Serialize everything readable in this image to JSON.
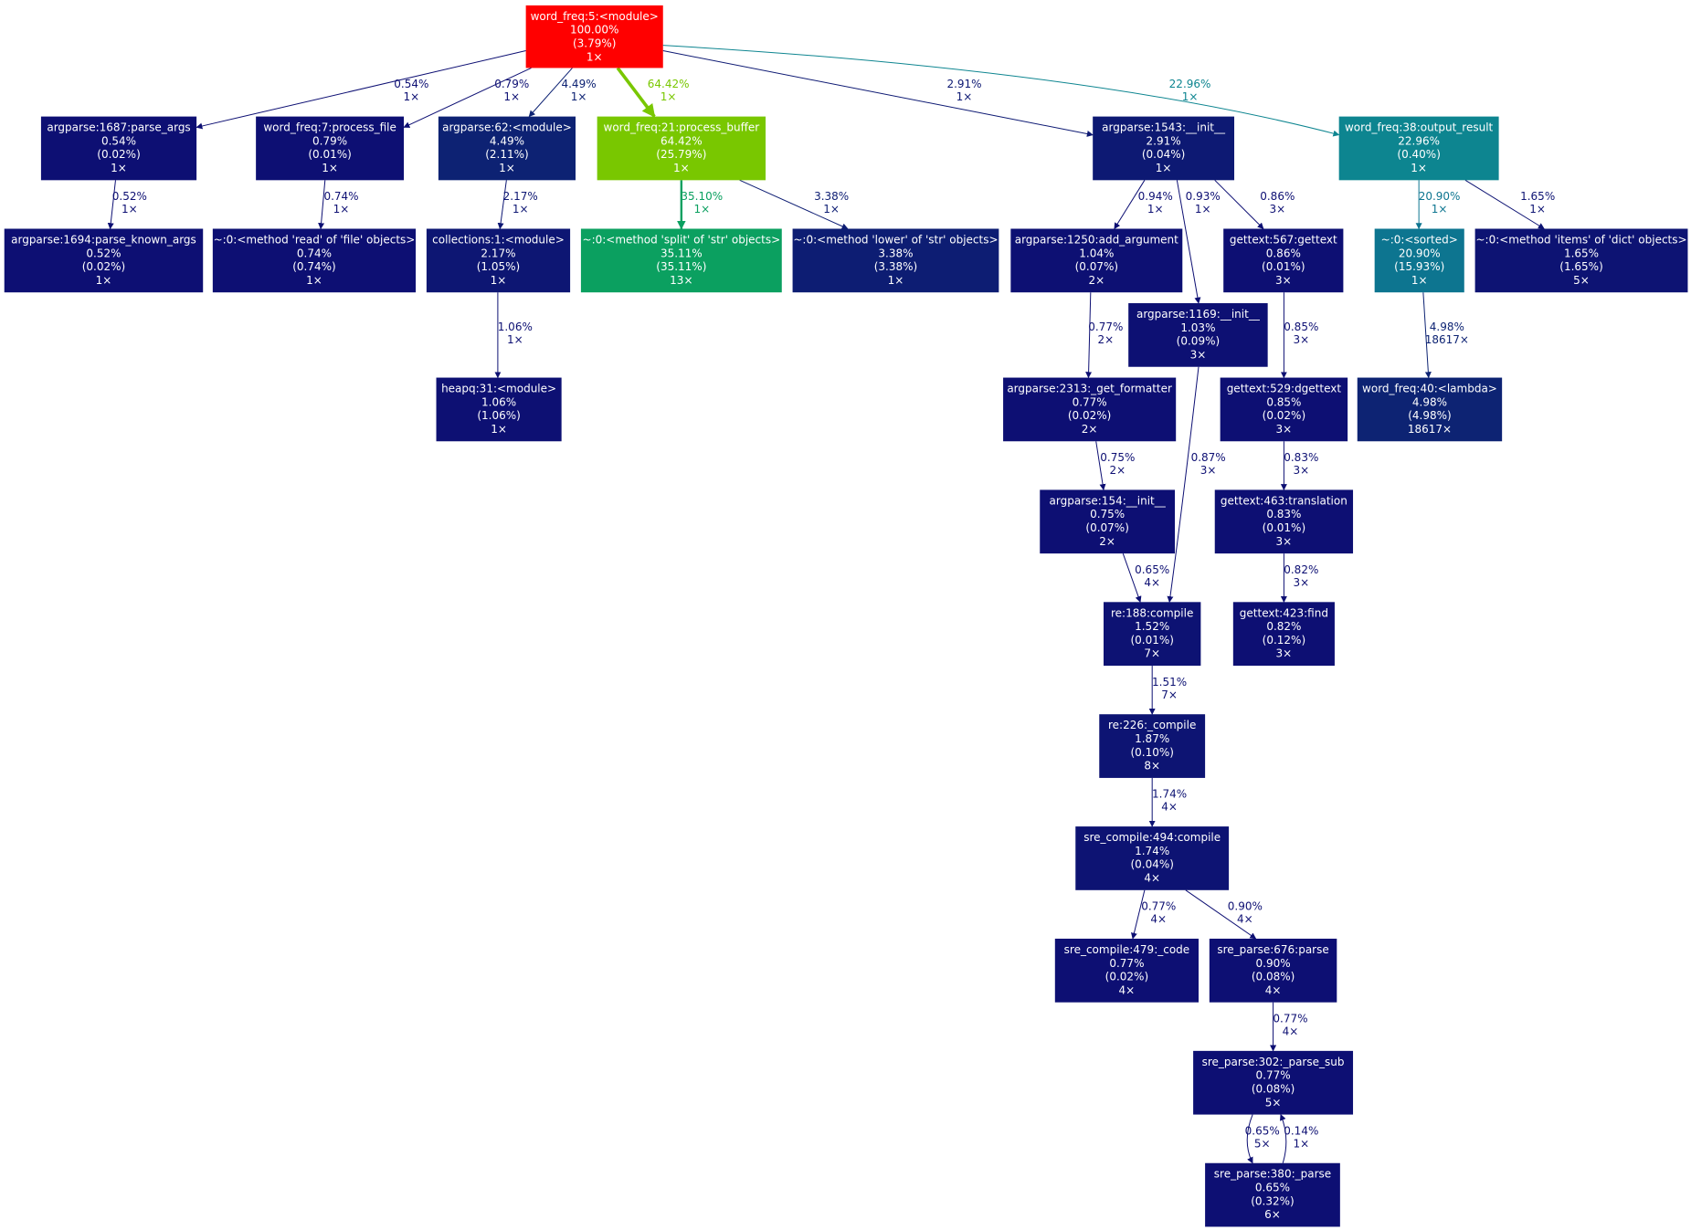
{
  "colors": {
    "navy": "#0d0f73",
    "navy_light": "#0d2273",
    "red": "#ff0000",
    "lime": "#79c700",
    "green": "#0ba060",
    "teal": "#0d8590",
    "teal_dark": "#0d7590"
  },
  "nodes": [
    {
      "id": "n_module",
      "lines": [
        "word_freq:5:<module>",
        "100.00%",
        "(3.79%)",
        "1×"
      ],
      "color": "#ff0000"
    },
    {
      "id": "n_parse_args",
      "lines": [
        "argparse:1687:parse_args",
        "0.54%",
        "(0.02%)",
        "1×"
      ],
      "color": "#0d0f73"
    },
    {
      "id": "n_process_file",
      "lines": [
        "word_freq:7:process_file",
        "0.79%",
        "(0.01%)",
        "1×"
      ],
      "color": "#0d0f73"
    },
    {
      "id": "n_argparse_module",
      "lines": [
        "argparse:62:<module>",
        "4.49%",
        "(2.11%)",
        "1×"
      ],
      "color": "#0d2273"
    },
    {
      "id": "n_process_buffer",
      "lines": [
        "word_freq:21:process_buffer",
        "64.42%",
        "(25.79%)",
        "1×"
      ],
      "color": "#79c700"
    },
    {
      "id": "n_argparse_init",
      "lines": [
        "argparse:1543:__init__",
        "2.91%",
        "(0.04%)",
        "1×"
      ],
      "color": "#0d1973"
    },
    {
      "id": "n_output_result",
      "lines": [
        "word_freq:38:output_result",
        "22.96%",
        "(0.40%)",
        "1×"
      ],
      "color": "#0d8590"
    },
    {
      "id": "n_parse_known",
      "lines": [
        "argparse:1694:parse_known_args",
        "0.52%",
        "(0.02%)",
        "1×"
      ],
      "color": "#0d0f73"
    },
    {
      "id": "n_read",
      "lines": [
        "~:0:<method 'read' of 'file' objects>",
        "0.74%",
        "(0.74%)",
        "1×"
      ],
      "color": "#0d0f73"
    },
    {
      "id": "n_collections",
      "lines": [
        "collections:1:<module>",
        "2.17%",
        "(1.05%)",
        "1×"
      ],
      "color": "#0d1673"
    },
    {
      "id": "n_split",
      "lines": [
        "~:0:<method 'split' of 'str' objects>",
        "35.11%",
        "(35.11%)",
        "13×"
      ],
      "color": "#0ba060"
    },
    {
      "id": "n_lower",
      "lines": [
        "~:0:<method 'lower' of 'str' objects>",
        "3.38%",
        "(3.38%)",
        "1×"
      ],
      "color": "#0d1d73"
    },
    {
      "id": "n_add_argument",
      "lines": [
        "argparse:1250:add_argument",
        "1.04%",
        "(0.07%)",
        "2×"
      ],
      "color": "#0d1073"
    },
    {
      "id": "n_gettext",
      "lines": [
        "gettext:567:gettext",
        "0.86%",
        "(0.01%)",
        "3×"
      ],
      "color": "#0d0f73"
    },
    {
      "id": "n_sorted",
      "lines": [
        "~:0:<sorted>",
        "20.90%",
        "(15.93%)",
        "1×"
      ],
      "color": "#0d7590"
    },
    {
      "id": "n_items",
      "lines": [
        "~:0:<method 'items' of 'dict' objects>",
        "1.65%",
        "(1.65%)",
        "5×"
      ],
      "color": "#0d1373"
    },
    {
      "id": "n_heapq",
      "lines": [
        "heapq:31:<module>",
        "1.06%",
        "(1.06%)",
        "1×"
      ],
      "color": "#0d1073"
    },
    {
      "id": "n_init1169",
      "lines": [
        "argparse:1169:__init__",
        "1.03%",
        "(0.09%)",
        "3×"
      ],
      "color": "#0d1073"
    },
    {
      "id": "n_get_formatter",
      "lines": [
        "argparse:2313:_get_formatter",
        "0.77%",
        "(0.02%)",
        "2×"
      ],
      "color": "#0d0f73"
    },
    {
      "id": "n_dgettext",
      "lines": [
        "gettext:529:dgettext",
        "0.85%",
        "(0.02%)",
        "3×"
      ],
      "color": "#0d0f73"
    },
    {
      "id": "n_lambda",
      "lines": [
        "word_freq:40:<lambda>",
        "4.98%",
        "(4.98%)",
        "18617×"
      ],
      "color": "#0d2373"
    },
    {
      "id": "n_init154",
      "lines": [
        "argparse:154:__init__",
        "0.75%",
        "(0.07%)",
        "2×"
      ],
      "color": "#0d0f73"
    },
    {
      "id": "n_translation",
      "lines": [
        "gettext:463:translation",
        "0.83%",
        "(0.01%)",
        "3×"
      ],
      "color": "#0d0f73"
    },
    {
      "id": "n_re_compile",
      "lines": [
        "re:188:compile",
        "1.52%",
        "(0.01%)",
        "7×"
      ],
      "color": "#0d1273"
    },
    {
      "id": "n_find",
      "lines": [
        "gettext:423:find",
        "0.82%",
        "(0.12%)",
        "3×"
      ],
      "color": "#0d0f73"
    },
    {
      "id": "n_re_compile226",
      "lines": [
        "re:226:_compile",
        "1.87%",
        "(0.10%)",
        "8×"
      ],
      "color": "#0d1473"
    },
    {
      "id": "n_sre_compile",
      "lines": [
        "sre_compile:494:compile",
        "1.74%",
        "(0.04%)",
        "4×"
      ],
      "color": "#0d1373"
    },
    {
      "id": "n_sre_code",
      "lines": [
        "sre_compile:479:_code",
        "0.77%",
        "(0.02%)",
        "4×"
      ],
      "color": "#0d0f73"
    },
    {
      "id": "n_sre_parse",
      "lines": [
        "sre_parse:676:parse",
        "0.90%",
        "(0.08%)",
        "4×"
      ],
      "color": "#0d0f73"
    },
    {
      "id": "n_parse_sub",
      "lines": [
        "sre_parse:302:_parse_sub",
        "0.77%",
        "(0.08%)",
        "5×"
      ],
      "color": "#0d0f73"
    },
    {
      "id": "n_parse380",
      "lines": [
        "sre_parse:380:_parse",
        "0.65%",
        "(0.32%)",
        "6×"
      ],
      "color": "#0d0f73"
    }
  ],
  "edges": [
    {
      "id": "e1",
      "from": "n_module",
      "to": "n_parse_args",
      "pct": "0.54%",
      "calls": "1×",
      "color": "#0d0f73"
    },
    {
      "id": "e2",
      "from": "n_module",
      "to": "n_process_file",
      "pct": "0.79%",
      "calls": "1×",
      "color": "#0d0f73"
    },
    {
      "id": "e3",
      "from": "n_module",
      "to": "n_argparse_module",
      "pct": "4.49%",
      "calls": "1×",
      "color": "#0d2273"
    },
    {
      "id": "e4",
      "from": "n_module",
      "to": "n_process_buffer",
      "pct": "64.42%",
      "calls": "1×",
      "color": "#79c700"
    },
    {
      "id": "e5",
      "from": "n_module",
      "to": "n_argparse_init",
      "pct": "2.91%",
      "calls": "1×",
      "color": "#0d1973"
    },
    {
      "id": "e6",
      "from": "n_module",
      "to": "n_output_result",
      "pct": "22.96%",
      "calls": "1×",
      "color": "#0d8590"
    },
    {
      "id": "e7",
      "from": "n_parse_args",
      "to": "n_parse_known",
      "pct": "0.52%",
      "calls": "1×",
      "color": "#0d0f73"
    },
    {
      "id": "e8",
      "from": "n_process_file",
      "to": "n_read",
      "pct": "0.74%",
      "calls": "1×",
      "color": "#0d0f73"
    },
    {
      "id": "e9",
      "from": "n_argparse_module",
      "to": "n_collections",
      "pct": "2.17%",
      "calls": "1×",
      "color": "#0d1673"
    },
    {
      "id": "e10",
      "from": "n_process_buffer",
      "to": "n_split",
      "pct": "35.10%",
      "calls": "1×",
      "color": "#0ba060"
    },
    {
      "id": "e11",
      "from": "n_process_buffer",
      "to": "n_lower",
      "pct": "3.38%",
      "calls": "1×",
      "color": "#0d1d73"
    },
    {
      "id": "e12",
      "from": "n_argparse_init",
      "to": "n_add_argument",
      "pct": "0.94%",
      "calls": "1×",
      "color": "#0d0f73"
    },
    {
      "id": "e13",
      "from": "n_argparse_init",
      "to": "n_init1169",
      "pct": "0.93%",
      "calls": "1×",
      "color": "#0d0f73"
    },
    {
      "id": "e14",
      "from": "n_argparse_init",
      "to": "n_gettext",
      "pct": "0.86%",
      "calls": "3×",
      "color": "#0d0f73"
    },
    {
      "id": "e15",
      "from": "n_output_result",
      "to": "n_sorted",
      "pct": "20.90%",
      "calls": "1×",
      "color": "#0d7590"
    },
    {
      "id": "e16",
      "from": "n_output_result",
      "to": "n_items",
      "pct": "1.65%",
      "calls": "1×",
      "color": "#0d1373"
    },
    {
      "id": "e17",
      "from": "n_collections",
      "to": "n_heapq",
      "pct": "1.06%",
      "calls": "1×",
      "color": "#0d1073"
    },
    {
      "id": "e18",
      "from": "n_add_argument",
      "to": "n_get_formatter",
      "pct": "0.77%",
      "calls": "2×",
      "color": "#0d0f73"
    },
    {
      "id": "e19",
      "from": "n_gettext",
      "to": "n_dgettext",
      "pct": "0.85%",
      "calls": "3×",
      "color": "#0d0f73"
    },
    {
      "id": "e20",
      "from": "n_sorted",
      "to": "n_lambda",
      "pct": "4.98%",
      "calls": "18617×",
      "color": "#0d2373"
    },
    {
      "id": "e21",
      "from": "n_get_formatter",
      "to": "n_init154",
      "pct": "0.75%",
      "calls": "2×",
      "color": "#0d0f73"
    },
    {
      "id": "e22",
      "from": "n_init1169",
      "to": "n_re_compile",
      "pct": "0.87%",
      "calls": "3×",
      "color": "#0d0f73"
    },
    {
      "id": "e23",
      "from": "n_dgettext",
      "to": "n_translation",
      "pct": "0.83%",
      "calls": "3×",
      "color": "#0d0f73"
    },
    {
      "id": "e24",
      "from": "n_init154",
      "to": "n_re_compile",
      "pct": "0.65%",
      "calls": "4×",
      "color": "#0d0f73"
    },
    {
      "id": "e25",
      "from": "n_translation",
      "to": "n_find",
      "pct": "0.82%",
      "calls": "3×",
      "color": "#0d0f73"
    },
    {
      "id": "e26",
      "from": "n_re_compile",
      "to": "n_re_compile226",
      "pct": "1.51%",
      "calls": "7×",
      "color": "#0d1273"
    },
    {
      "id": "e27",
      "from": "n_re_compile226",
      "to": "n_sre_compile",
      "pct": "1.74%",
      "calls": "4×",
      "color": "#0d1373"
    },
    {
      "id": "e28",
      "from": "n_sre_compile",
      "to": "n_sre_code",
      "pct": "0.77%",
      "calls": "4×",
      "color": "#0d0f73"
    },
    {
      "id": "e29",
      "from": "n_sre_compile",
      "to": "n_sre_parse",
      "pct": "0.90%",
      "calls": "4×",
      "color": "#0d0f73"
    },
    {
      "id": "e30",
      "from": "n_sre_parse",
      "to": "n_parse_sub",
      "pct": "0.77%",
      "calls": "4×",
      "color": "#0d0f73"
    },
    {
      "id": "e31",
      "from": "n_parse_sub",
      "to": "n_parse380",
      "pct": "0.65%",
      "calls": "5×",
      "color": "#0d0f73"
    },
    {
      "id": "e32",
      "from": "n_parse380",
      "to": "n_parse_sub",
      "pct": "0.14%",
      "calls": "1×",
      "color": "#0d0f73"
    }
  ]
}
